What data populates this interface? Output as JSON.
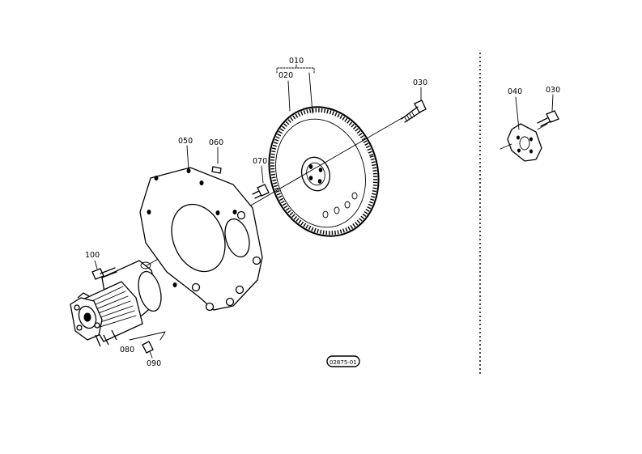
{
  "diagram": {
    "part_labels": {
      "p010": "010",
      "p020": "020",
      "p030_main": "030",
      "p030_detail": "030",
      "p040": "040",
      "p050": "050",
      "p060": "060",
      "p070": "070",
      "p080": "080",
      "p090": "090",
      "p100": "100"
    },
    "figure_code": "02875-01"
  }
}
